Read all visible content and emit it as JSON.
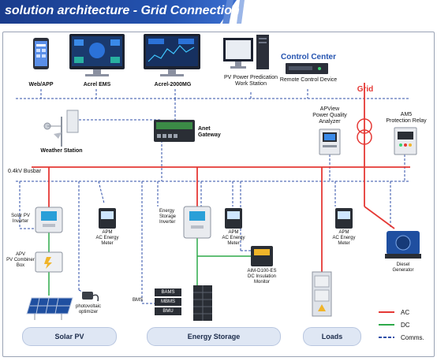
{
  "title": "solution architecture - Grid Connection",
  "control_center": "Control Center",
  "grid": "Grid",
  "nodes": {
    "web_app": "Web/APP",
    "acrel_ems": "Acrel EMS",
    "acrel_2000mg": "Acrel-2000MG",
    "pv_workstation": "PV Power Predication\nWork Station",
    "remote_control": "Remote Control Device",
    "weather_station": "Weather Station",
    "anet_gateway": "Anet\nGateway",
    "apview": "APView\nPower Quality\nAnalyzer",
    "am5": "AM5\nProtection Relay",
    "busbar": "0.4kV Busbar",
    "solar_inverter": "Solar PV\nInverter",
    "apm_1": "APM\nAC Energy\nMeter",
    "pv_combiner": "APV\nPV Combiner\nBox",
    "pv_optimizer": "photovoltaic\noptimizer",
    "storage_inverter": "Energy\nStorage\nInverter",
    "apm_2": "APM\nAC Energy\nMeter",
    "aim": "AIM-D100-ES\nDC Insulation\nMonitor",
    "apm_3": "APM\nAC Energy\nMeter",
    "diesel": "Diesel\nGenerator",
    "bms": "BMS",
    "bms_boxes": [
      "BAMS",
      "MBMS",
      "BMU"
    ]
  },
  "sections": [
    "Solar PV",
    "Energy Storage",
    "Loads"
  ],
  "legend": [
    {
      "label": "AC",
      "color": "#e53935",
      "style": "solid"
    },
    {
      "label": "DC",
      "color": "#2eaa4a",
      "style": "solid"
    },
    {
      "label": "Comms.",
      "color": "#2f4fa8",
      "style": "dashed"
    }
  ]
}
